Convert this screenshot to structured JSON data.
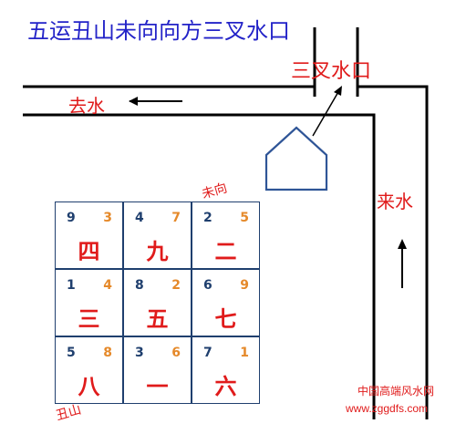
{
  "title": "五运丑山未向向方三叉水口",
  "labels": {
    "confluence": "三叉水口",
    "outflow": "去水",
    "inflow": "来水",
    "facing": "未向",
    "sitting": "丑山"
  },
  "watermark": {
    "name": "中国高端风水网",
    "url": "www.zggdfs.com"
  },
  "flying_star_chart": [
    {
      "mountain": "9",
      "water": "3",
      "period": "四"
    },
    {
      "mountain": "4",
      "water": "7",
      "period": "九"
    },
    {
      "mountain": "2",
      "water": "5",
      "period": "二"
    },
    {
      "mountain": "1",
      "water": "4",
      "period": "三"
    },
    {
      "mountain": "8",
      "water": "2",
      "period": "五"
    },
    {
      "mountain": "6",
      "water": "9",
      "period": "七"
    },
    {
      "mountain": "5",
      "water": "8",
      "period": "八"
    },
    {
      "mountain": "3",
      "water": "6",
      "period": "一"
    },
    {
      "mountain": "7",
      "water": "1",
      "period": "六"
    }
  ],
  "colors": {
    "title": "#2323c8",
    "red_text": "#e01b1b",
    "mountain_star": "#1f3f6e",
    "water_star": "#e5892a",
    "house_outline": "#2f5597",
    "road": "#000000"
  }
}
